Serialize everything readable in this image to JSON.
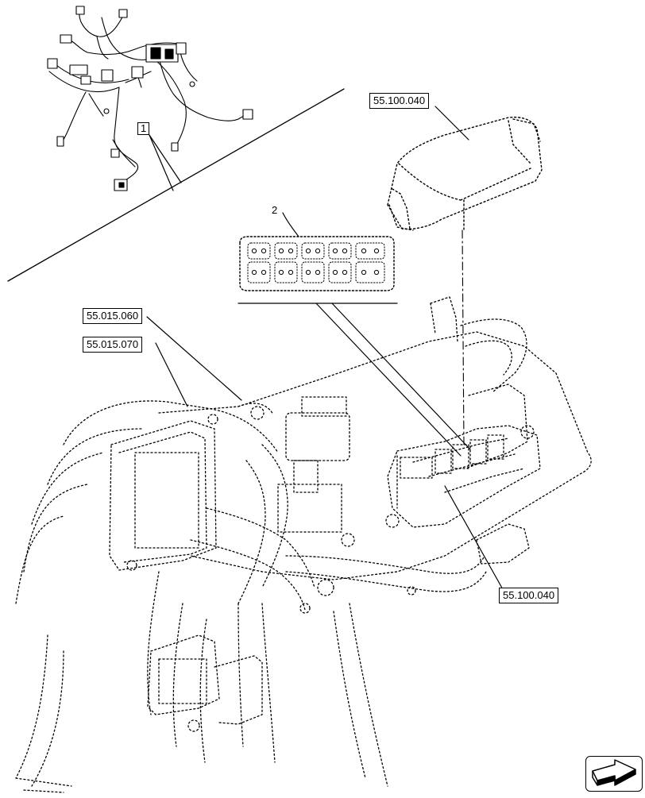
{
  "callouts": {
    "fuse_box_cover_ref": "55.100.040",
    "harness_ref_a": "55.015.060",
    "harness_ref_b": "55.015.070",
    "fuse_box_ref": "55.100.040"
  },
  "items": {
    "item_1": "1",
    "item_2": "2"
  },
  "icons": {
    "nav": "next-page-arrow-icon"
  },
  "colors": {
    "line": "#000000",
    "background": "#ffffff"
  }
}
